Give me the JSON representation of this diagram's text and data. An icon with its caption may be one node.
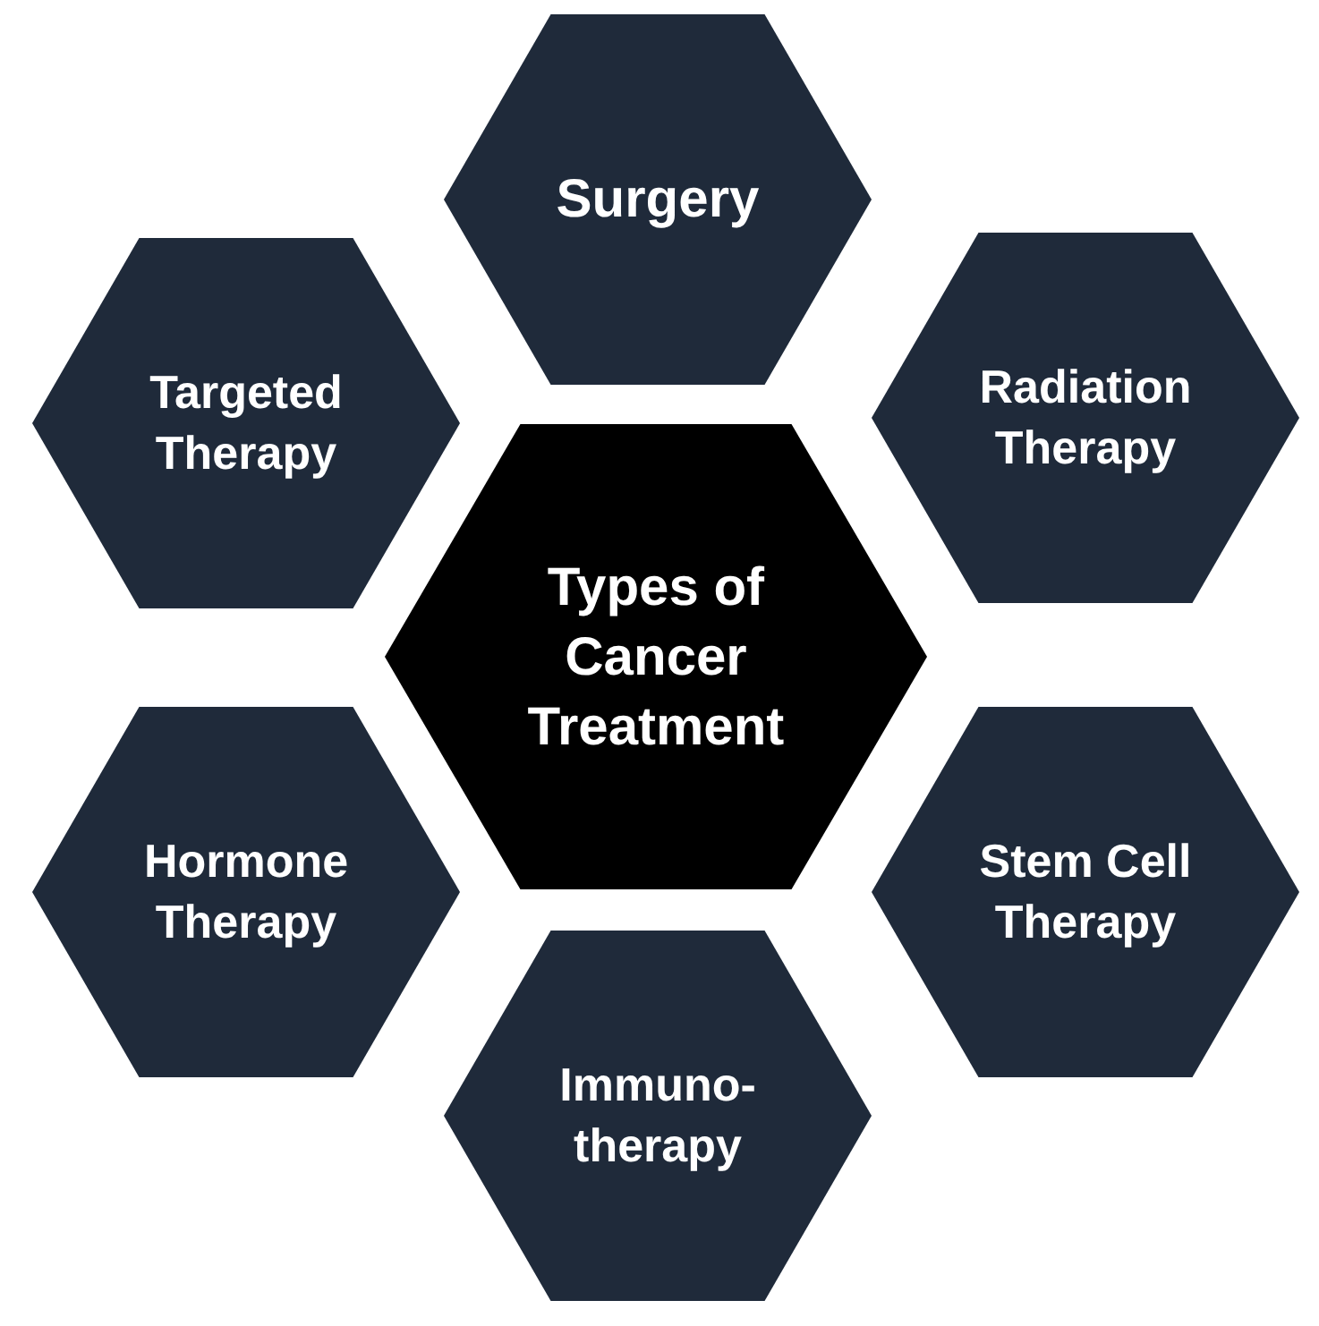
{
  "diagram": {
    "nodes": [
      {
        "text": [
          "Surgery"
        ]
      },
      {
        "text": [
          "Targeted Therapy"
        ]
      },
      {
        "text": [
          "Radiation Therapy"
        ]
      },
      {
        "text": [
          "Types of Cancer Treatment"
        ]
      },
      {
        "text": [
          "Hormone Therapy"
        ]
      },
      {
        "text": [
          "Stem Cell Therapy"
        ]
      },
      {
        "text": [
          "Immuno- therapy"
        ]
      }
    ]
  }
}
